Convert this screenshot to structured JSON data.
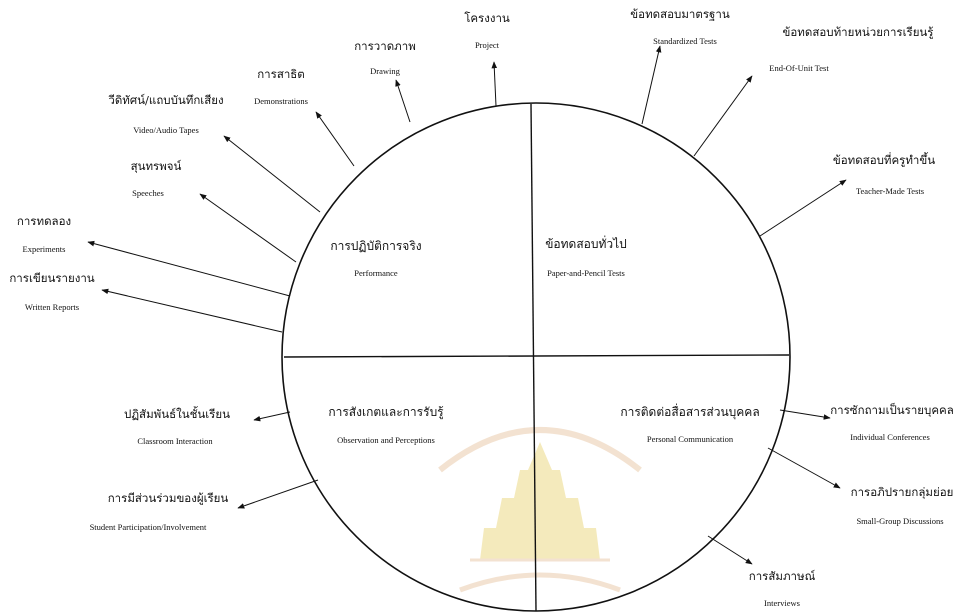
{
  "quadrants": [
    {
      "id": "performance",
      "th": "การปฏิบัติการจริง",
      "en": "Performance"
    },
    {
      "id": "paper-pencil",
      "th": "ข้อทดสอบทั่วไป",
      "en": "Paper-and-Pencil Tests"
    },
    {
      "id": "observation",
      "th": "การสังเกตและการรับรู้",
      "en": "Observation and Perceptions"
    },
    {
      "id": "personal-communication",
      "th": "การติดต่อสื่อสารส่วนบุคคล",
      "en": "Personal Communication"
    }
  ],
  "items": [
    {
      "id": "project",
      "th": "โครงงาน",
      "en": "Project"
    },
    {
      "id": "drawing",
      "th": "การวาดภาพ",
      "en": "Drawing"
    },
    {
      "id": "demonstrations",
      "th": "การสาธิต",
      "en": "Demonstrations"
    },
    {
      "id": "video-audio",
      "th": "วีดิทัศน์/แถบบันทึกเสียง",
      "en": "Video/Audio Tapes"
    },
    {
      "id": "speeches",
      "th": "สุนทรพจน์",
      "en": "Speeches"
    },
    {
      "id": "experiments",
      "th": "การทดลอง",
      "en": "Experiments"
    },
    {
      "id": "written-reports",
      "th": "การเขียนรายงาน",
      "en": "Written Reports"
    },
    {
      "id": "standardized",
      "th": "ข้อทดสอบมาตรฐาน",
      "en": "Standardized Tests"
    },
    {
      "id": "end-of-unit",
      "th": "ข้อทดสอบท้ายหน่วยการเรียนรู้",
      "en": "End-Of-Unit Test"
    },
    {
      "id": "teacher-made",
      "th": "ข้อทดสอบที่ครูทำขึ้น",
      "en": "Teacher-Made Tests"
    },
    {
      "id": "classroom-interaction",
      "th": "ปฏิสัมพันธ์ในชั้นเรียน",
      "en": "Classroom Interaction"
    },
    {
      "id": "student-participation",
      "th": "การมีส่วนร่วมของผู้เรียน",
      "en": "Student Participation/Involvement"
    },
    {
      "id": "individual-conferences",
      "th": "การซักถามเป็นรายบุคคล",
      "en": "Individual Conferences"
    },
    {
      "id": "small-group",
      "th": "การอภิปรายกลุ่มย่อย",
      "en": "Small-Group Discussions"
    },
    {
      "id": "interviews",
      "th": "การสัมภาษณ์",
      "en": "Interviews"
    }
  ],
  "colors": {
    "line": "#111111",
    "text": "#111111",
    "watermark": "#f1e3a6"
  },
  "watermark": {
    "kind": "university-seal",
    "visible": true
  }
}
